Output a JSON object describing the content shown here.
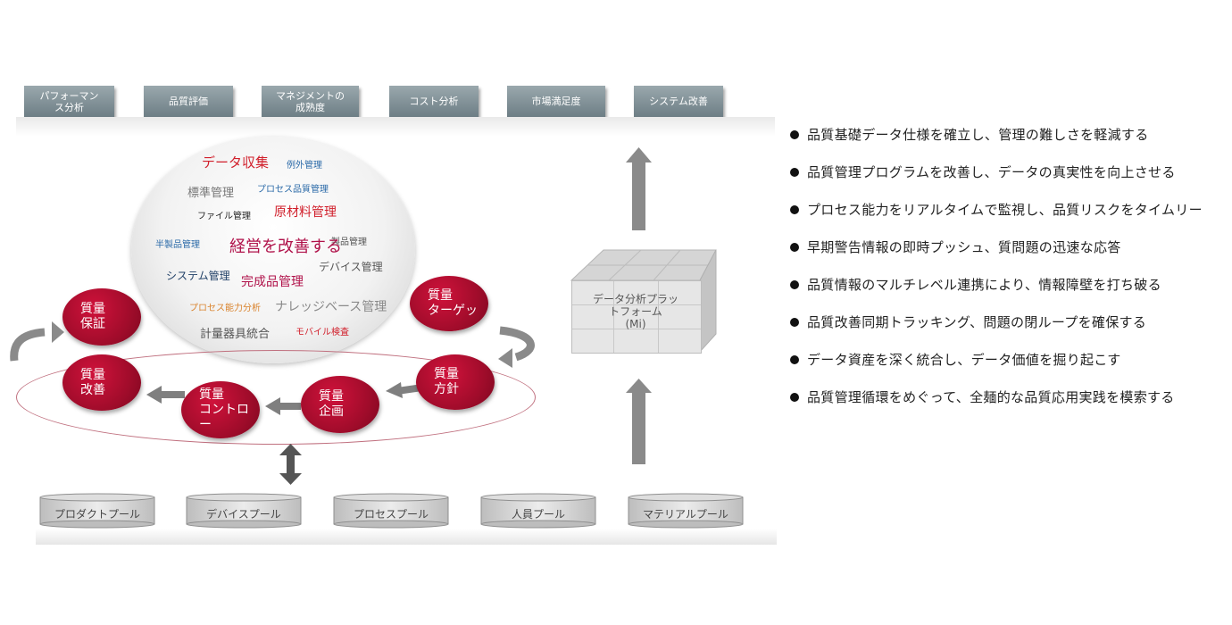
{
  "top_metrics": [
    "パフォーマン\nス分析",
    "品質評価",
    "マネジメントの\n成熟度",
    "コスト分析",
    "市場満足度",
    "システム改善"
  ],
  "cloud_words": [
    {
      "text": "データ収集",
      "color": "#d11f2b"
    },
    {
      "text": "例外管理",
      "color": "#2b6aa8"
    },
    {
      "text": "標準管理",
      "color": "#777777"
    },
    {
      "text": "プロセス品質管理",
      "color": "#2b6aa8"
    },
    {
      "text": "ファイル管理",
      "color": "#222222"
    },
    {
      "text": "原材料管理",
      "color": "#d11f2b"
    },
    {
      "text": "半製品管理",
      "color": "#2b6aa8"
    },
    {
      "text": "経営を改善する",
      "color": "#b0124a"
    },
    {
      "text": "製品管理",
      "color": "#555555"
    },
    {
      "text": "デバイス管理",
      "color": "#555555"
    },
    {
      "text": "システム管理",
      "color": "#1f3f66"
    },
    {
      "text": "完成品管理",
      "color": "#b0124a"
    },
    {
      "text": "プロセス能力分析",
      "color": "#d9822b"
    },
    {
      "text": "ナレッジベース管理",
      "color": "#8a8a8a"
    },
    {
      "text": "計量器具統合",
      "color": "#555555"
    },
    {
      "text": "モバイル検査",
      "color": "#d11f2b"
    }
  ],
  "cycle_nodes": {
    "assurance": "質量\n保証",
    "target": "質量\nターゲッ",
    "policy": "質量\n方針",
    "planning": "質量\n企画",
    "control": "質量\nコントロー",
    "improvement": "質量\n改善"
  },
  "platform": "データ分析プラッ\nトフォーム\n(Mi)",
  "pools": [
    "プロダクトプール",
    "デバイスプール",
    "プロセスプール",
    "人員プール",
    "マテリアルプール"
  ],
  "bullets": [
    "品質基礎データ仕様を確立し、管理の難しさを軽減する",
    "品質管理プログラムを改善し、データの真実性を向上させる",
    "プロセス能力をリアルタイムで監視し、品質リスクをタイムリー",
    "早期警告情報の即時プッシュ、質問題の迅速な応答",
    "品質情報のマルチレベル連携により、情報障壁を打ち破る",
    "品質改善同期トラッキング、問題の閉ループを確保する",
    "データ資産を深く統合し、データ価値を掘り起こす",
    "品質管理循環をめぐって、全麺的な品質応用実践を模索する"
  ],
  "colors": {
    "node_red": "#a10c2b",
    "metric_box": "#7d8d93",
    "arrow_gray": "#7f7f7f"
  }
}
